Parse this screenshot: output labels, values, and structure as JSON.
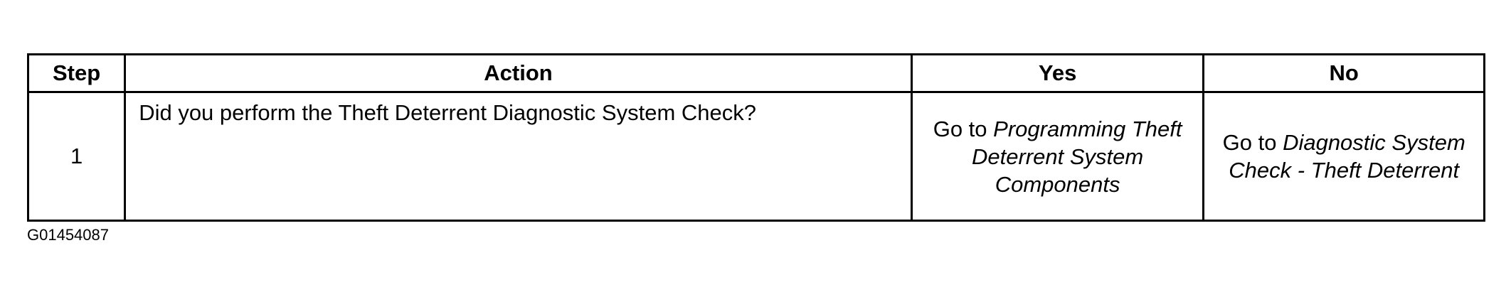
{
  "table": {
    "headers": {
      "step": "Step",
      "action": "Action",
      "yes": "Yes",
      "no": "No"
    },
    "rows": [
      {
        "step": "1",
        "action": "Did you perform the Theft Deterrent Diagnostic System Check?",
        "yes_prefix": "Go to",
        "yes_link": "Programming Theft Deterrent System Components",
        "no_prefix": "Go to",
        "no_link": "Diagnostic System Check - Theft Deterrent"
      }
    ]
  },
  "figure_id": "G01454087"
}
